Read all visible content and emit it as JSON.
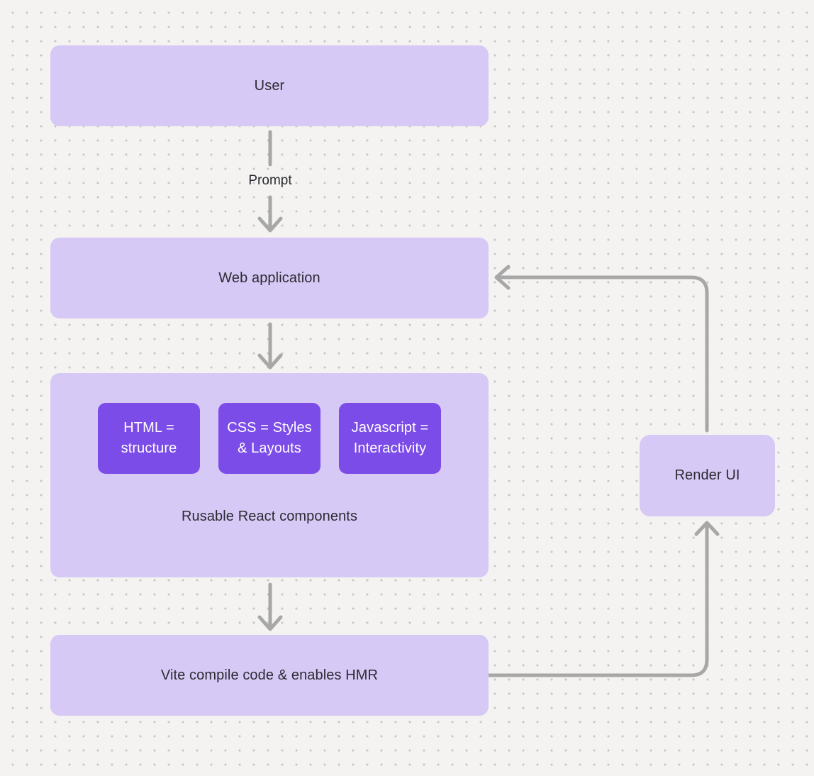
{
  "nodes": {
    "user": {
      "label": "User"
    },
    "web_application": {
      "label": "Web application"
    },
    "components_group": {
      "label": "Rusable React components",
      "children": [
        {
          "label": "HTML =\nstructure"
        },
        {
          "label": "CSS = Styles\n& Layouts"
        },
        {
          "label": "Javascript =\nInteractivity"
        }
      ]
    },
    "vite": {
      "label": "Vite compile code & enables HMR"
    },
    "render_ui": {
      "label": "Render UI"
    }
  },
  "edges": {
    "user_to_web_application": {
      "label": "Prompt"
    }
  },
  "colors": {
    "canvas_bg": "#f4f3f1",
    "grid_dot": "#cac8c5",
    "node_fill": "#d7c9f5",
    "chip_fill": "#7c4ce8",
    "chip_text": "#ffffff",
    "node_text": "#2b2b33",
    "connector": "#a7a7a7"
  }
}
